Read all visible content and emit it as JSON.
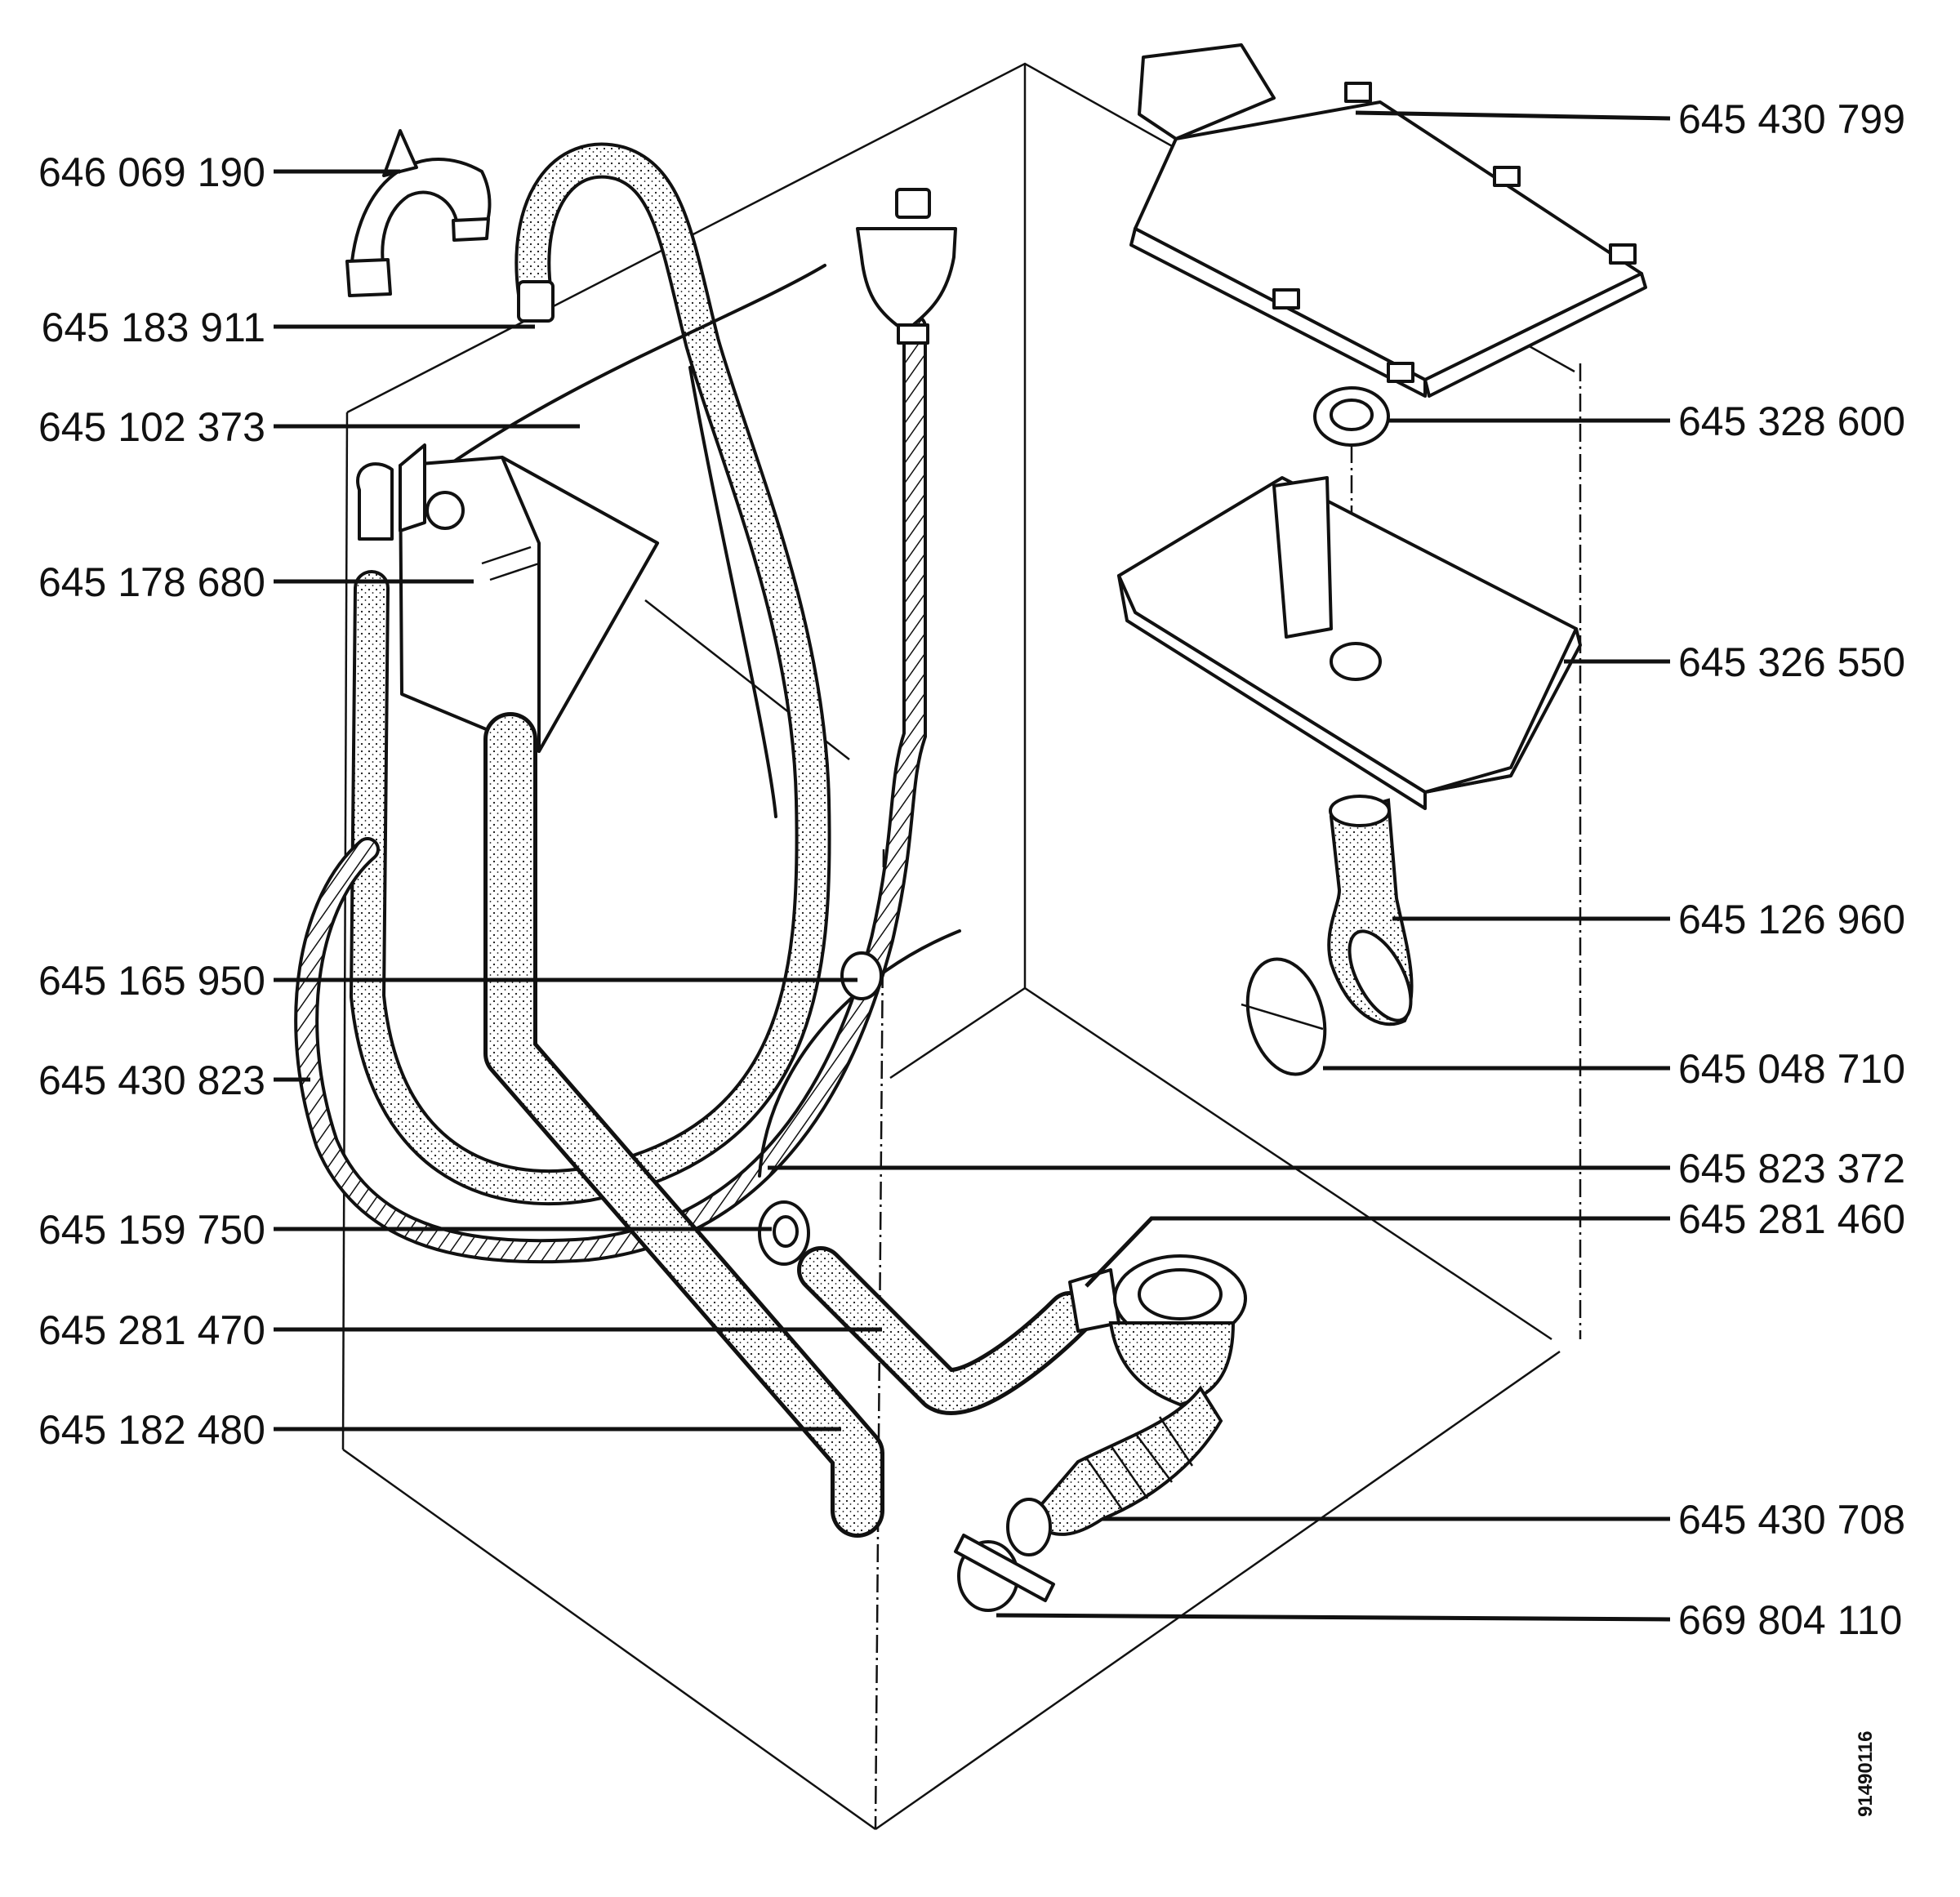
{
  "diagram": {
    "document_id": "91490116",
    "labels_left": [
      {
        "id": "l1",
        "text": "646 069 190"
      },
      {
        "id": "l2",
        "text": "645 183 911"
      },
      {
        "id": "l3",
        "text": "645 102 373"
      },
      {
        "id": "l4",
        "text": "645 178 680"
      },
      {
        "id": "l5",
        "text": "645 165 950"
      },
      {
        "id": "l6",
        "text": "645 430 823"
      },
      {
        "id": "l7",
        "text": "645 159 750"
      },
      {
        "id": "l8",
        "text": "645 281 470"
      },
      {
        "id": "l9",
        "text": "645 182 480"
      }
    ],
    "labels_right": [
      {
        "id": "r1",
        "text": "645 430 799"
      },
      {
        "id": "r2",
        "text": "645 328 600"
      },
      {
        "id": "r3",
        "text": "645 326 550"
      },
      {
        "id": "r4",
        "text": "645 126 960"
      },
      {
        "id": "r5",
        "text": "645 048 710"
      },
      {
        "id": "r6",
        "text": "645 823 372"
      },
      {
        "id": "r7",
        "text": "645 281 460"
      },
      {
        "id": "r8",
        "text": "645 430 708"
      },
      {
        "id": "r9",
        "text": "669 804 110"
      }
    ]
  }
}
